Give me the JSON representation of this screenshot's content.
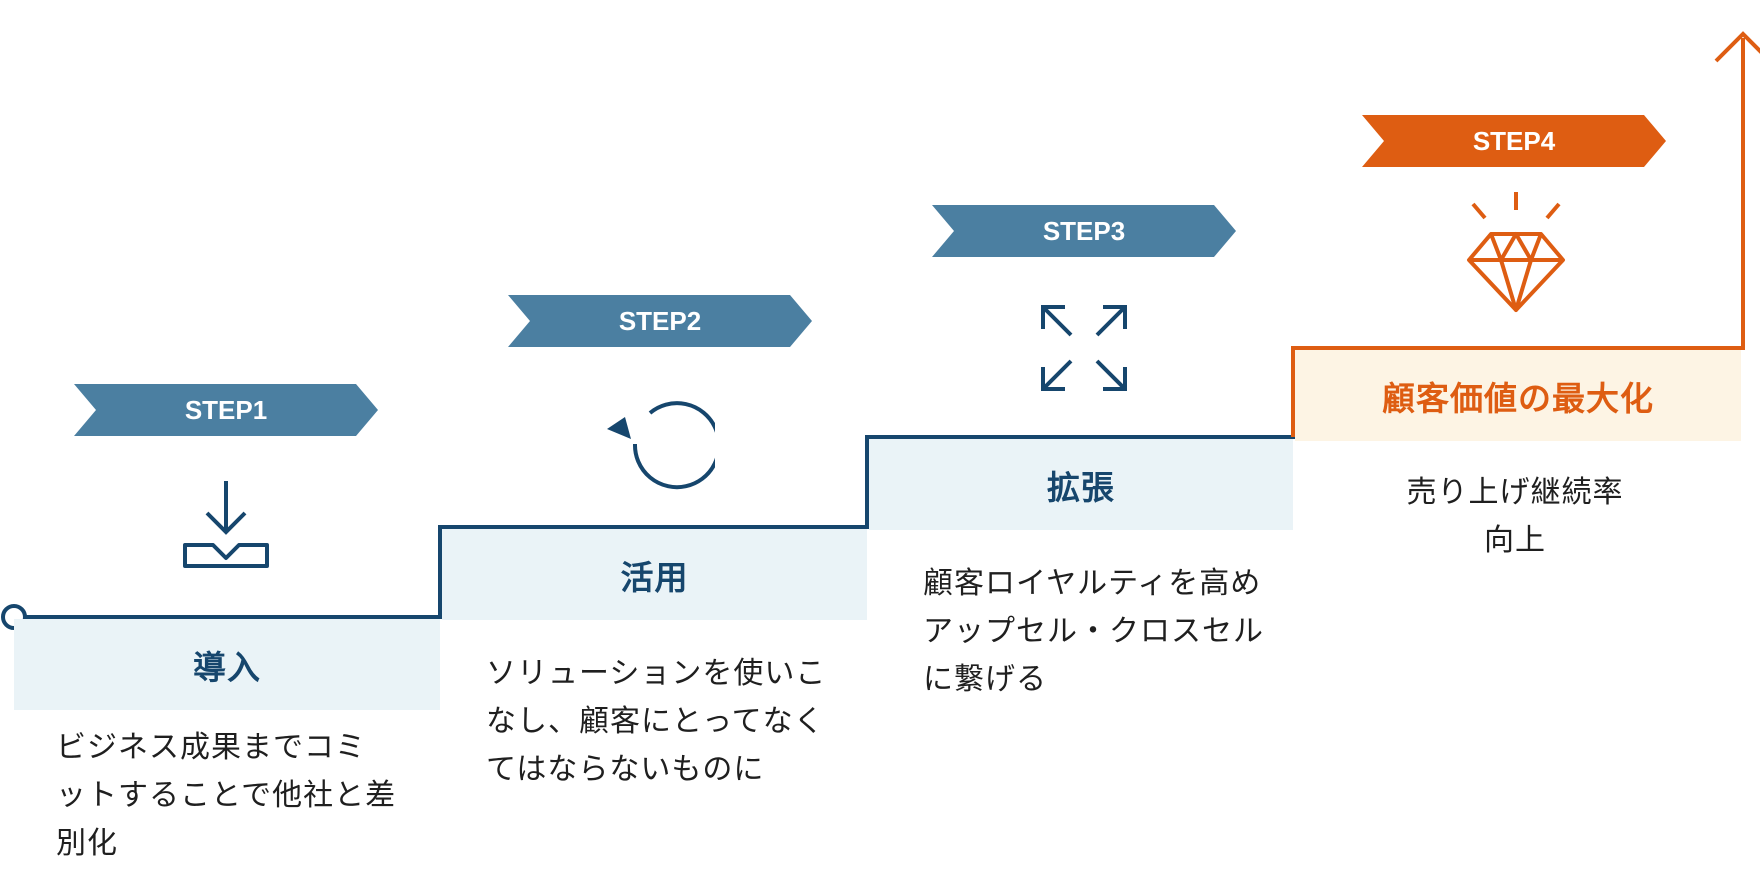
{
  "colors": {
    "blue": "#16466d",
    "tag_blue": "#4b7fa1",
    "band_blue": "#eaf3f7",
    "orange": "#de5d12",
    "band_orange": "#fdf4e4"
  },
  "steps": [
    {
      "tag": "STEP1",
      "label": "導入",
      "desc_lines": [
        "ビジネス成果までコミ",
        "ットすることで他社と差",
        "別化"
      ],
      "icon": "download-icon"
    },
    {
      "tag": "STEP2",
      "label": "活用",
      "desc_lines": [
        "ソリューションを使いこ",
        "なし、顧客にとってなく",
        "てはならないものに"
      ],
      "icon": "refresh-icon"
    },
    {
      "tag": "STEP3",
      "label": "拡張",
      "desc_lines": [
        "顧客ロイヤルティを高め",
        "アップセル・クロスセル",
        "に繋げる"
      ],
      "icon": "expand-icon"
    },
    {
      "tag": "STEP4",
      "label": "顧客価値の最大化",
      "desc_lines": [
        "売り上げ継続率",
        "向上"
      ],
      "icon": "diamond-icon"
    }
  ]
}
